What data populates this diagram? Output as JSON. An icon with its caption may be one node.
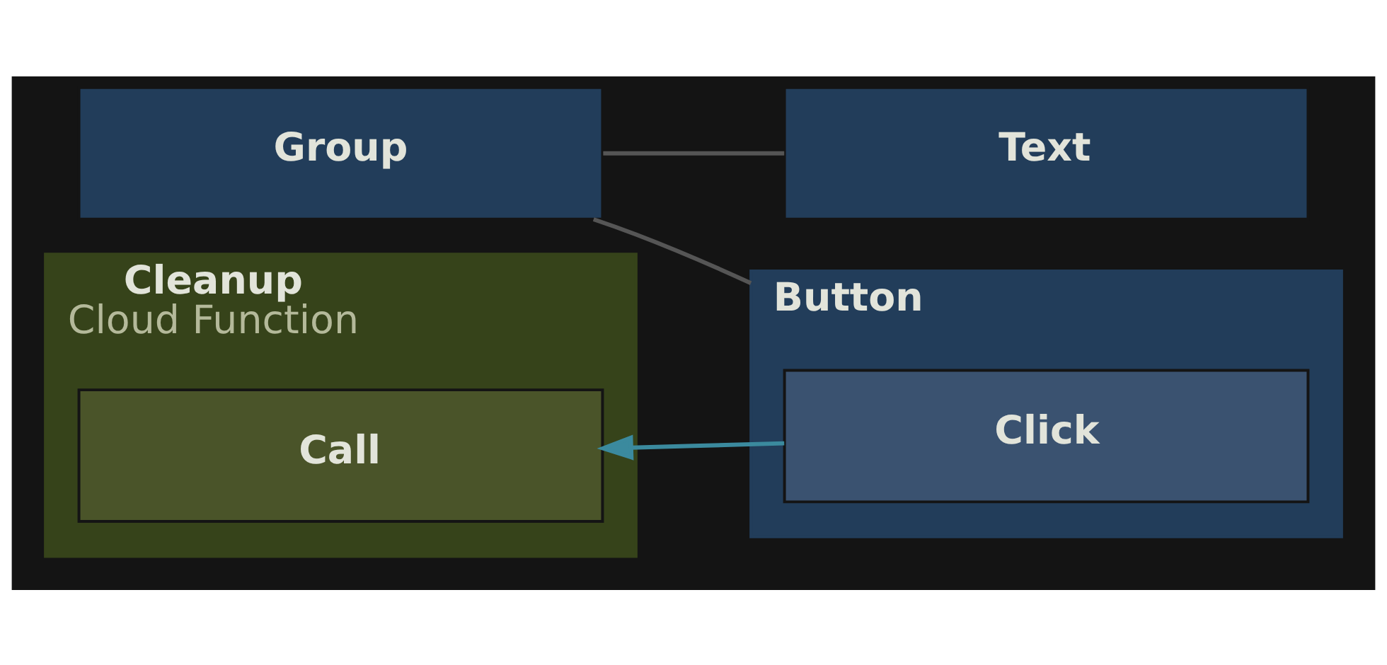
{
  "diagram": {
    "nodes": [
      {
        "text": [
          "Group"
        ]
      },
      {
        "text": [
          "Text"
        ]
      },
      {
        "text": [
          "Cleanup",
          "Cloud Function"
        ]
      },
      {
        "text": [
          "Call"
        ],
        "in": 2
      },
      {
        "text": [
          "Button"
        ]
      },
      {
        "text": [
          "Click"
        ],
        "in": 4
      }
    ],
    "edges": [
      {
        "from": 0,
        "to": 1,
        "arrow": "none"
      },
      {
        "from": 0,
        "to": 4,
        "arrow": "none"
      },
      {
        "from": 5,
        "to": 3,
        "arrow": "to",
        "color": "#3b8a9e"
      }
    ]
  }
}
